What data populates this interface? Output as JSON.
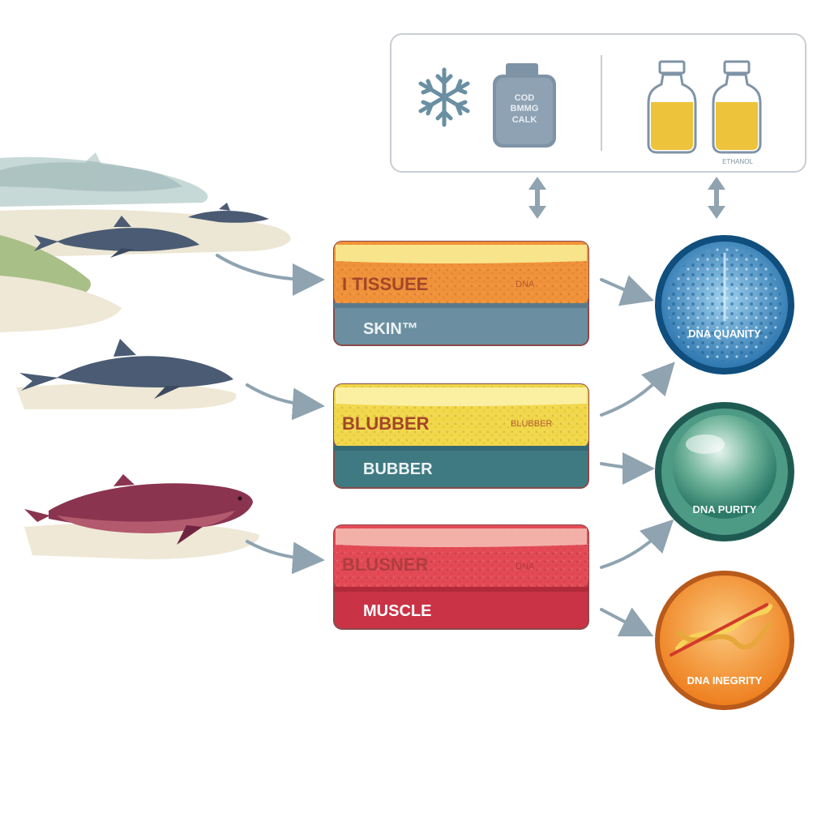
{
  "storage_panel": {
    "container_label_line1": "COD",
    "container_label_line2": "BMMG",
    "container_label_line3": "CALK",
    "bottle_caption": "ETHANOL"
  },
  "tissue_blocks": [
    {
      "top_label": "I TISSUEE",
      "top_side_text": "DNA",
      "bottom_label": "SKIN™",
      "top_color": "#f0923a",
      "bottom_color": "#6b8fa0"
    },
    {
      "top_label": "BLUBBER",
      "top_side_text": "BLUBBER",
      "bottom_label": "BUBBER",
      "top_color": "#f1d74a",
      "bottom_color": "#3f7a82"
    },
    {
      "top_label": "BLUSNER",
      "top_side_text": "DNA",
      "bottom_label": "MUSCLE",
      "top_color": "#e34a55",
      "bottom_color": "#c93345"
    }
  ],
  "outcomes": [
    {
      "label": "DNA QUANITY",
      "color": "#5aa2cf"
    },
    {
      "label": "DNA PURITY",
      "color": "#3d8e78"
    },
    {
      "label": "DNA INEGRITY",
      "color": "#f29a2e"
    }
  ],
  "colors": {
    "arrow": "#8fa3b0",
    "dolphin": "#4a5b73",
    "whale": "#8a3450",
    "panel_border": "#c9ced3"
  }
}
